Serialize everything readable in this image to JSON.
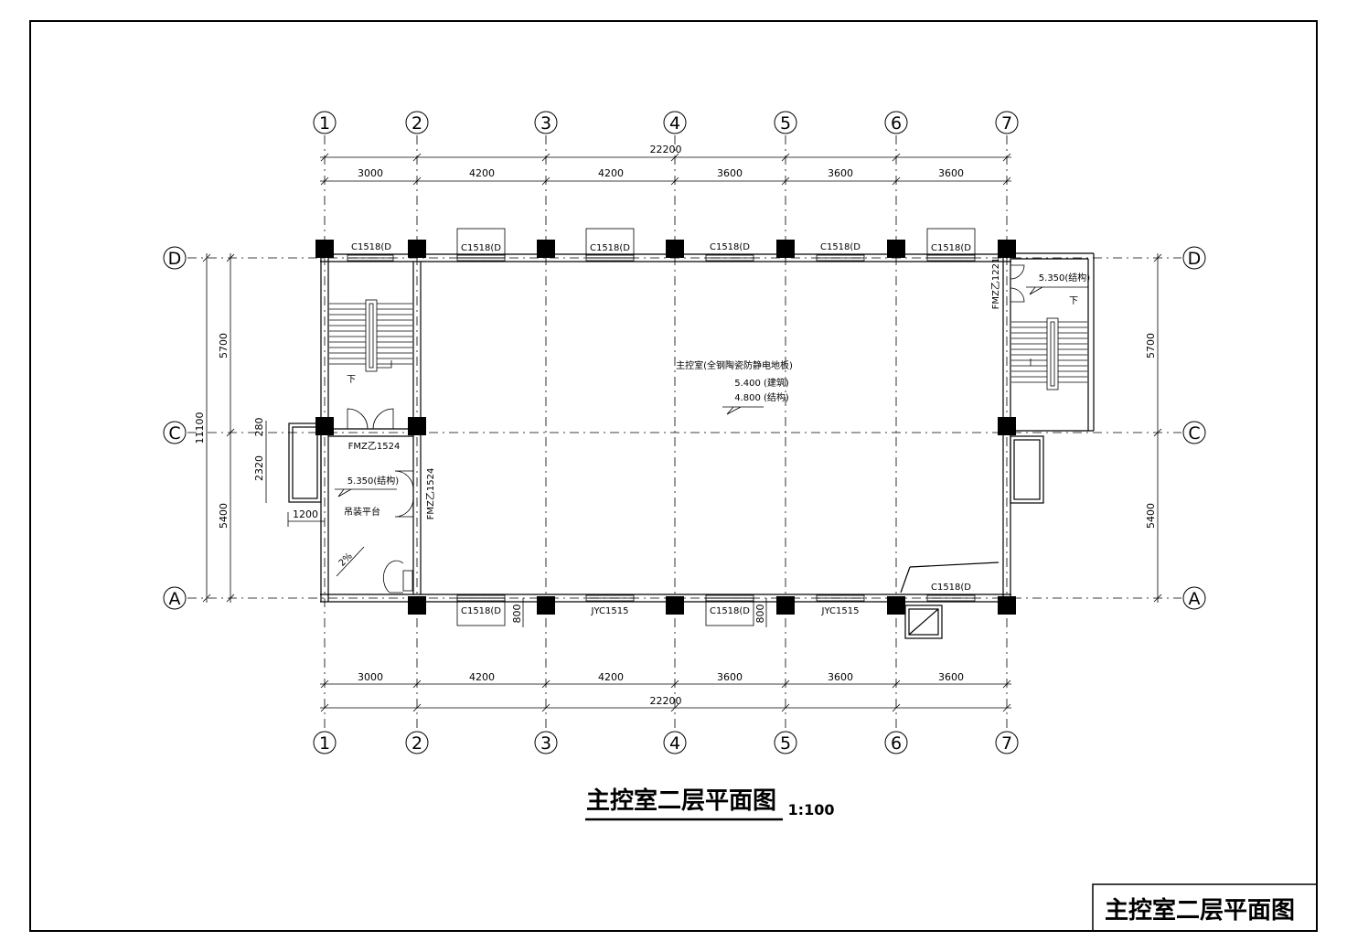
{
  "axes": {
    "columns": [
      "1",
      "2",
      "3",
      "4",
      "5",
      "6",
      "7"
    ],
    "rows": [
      "D",
      "C",
      "A"
    ]
  },
  "dimensions": {
    "top_total": "22200",
    "top_spans": [
      "3000",
      "4200",
      "4200",
      "3600",
      "3600",
      "3600"
    ],
    "bottom_total": "22200",
    "bottom_spans": [
      "3000",
      "4200",
      "4200",
      "3600",
      "3600",
      "3600"
    ],
    "left_total": "11100",
    "left_upper": "5700",
    "left_lower": "5400",
    "right_upper": "5700",
    "right_lower": "5400",
    "platform_280": "280",
    "platform_2320": "2320",
    "platform_1200": "1200",
    "sill_800_a": "800",
    "sill_800_b": "800"
  },
  "windows": {
    "c1518": "C1518(Ⅾ",
    "jyc1515_a": "JYC1515",
    "jyc1515_b": "JYC1515"
  },
  "doors": {
    "fm1524_h": "FMZ乙1524",
    "fm1524_v": "FMZ乙1524",
    "fm1221": "FMZ乙1221"
  },
  "annotations": {
    "room_name": "主控室(全钢陶瓷防静电地板)",
    "elev_arch": "5.400  (建筑)",
    "elev_struct": "4.800  (结构)",
    "stair_elev_right": "5.350(结构)",
    "platform_elev": "5.350(结构)",
    "platform_name": "吊装平台",
    "slope": "2%",
    "stair_down": "下"
  },
  "drawing_title": "主控室二层平面图",
  "drawing_scale": "1:100",
  "title_block": "主控室二层平面图"
}
